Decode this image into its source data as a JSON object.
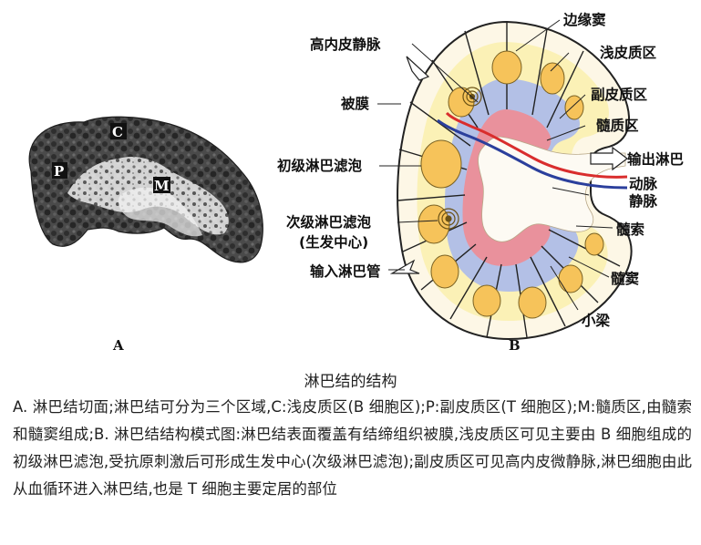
{
  "figure": {
    "panel_a": {
      "panel_label": "A",
      "region_labels": [
        "C",
        "P",
        "M"
      ]
    },
    "panel_b": {
      "panel_label": "B",
      "labels": {
        "marginal_sinus": "边缘窦",
        "hev": "高内皮静脉",
        "superficial_cortex": "浅皮质区",
        "capsule": "被膜",
        "paracortex": "副皮质区",
        "medulla": "髓质区",
        "primary_follicle": "初级淋巴滤泡",
        "efferent_lymph": "输出淋巴",
        "artery": "动脉",
        "vein": "静脉",
        "secondary_follicle": "次级淋巴滤泡",
        "germinal_center": "(生发中心)",
        "medullary_cord": "髓索",
        "afferent_lymph": "输入淋巴管",
        "medullary_sinus": "髓窦",
        "trabecula": "小梁"
      }
    },
    "colors": {
      "capsule_fill": "#fdf7e6",
      "cortex_yellow": "#fbf1b6",
      "follicle_orange": "#f6c35a",
      "paracortex_blue": "#b3c0e6",
      "medulla_pink": "#e9919c",
      "hilum_white": "#fdfaf3",
      "artery_red": "#d92d2d",
      "vein_blue": "#2b3f9c"
    }
  },
  "title": "淋巴结的结构",
  "caption": "A. 淋巴结切面;淋巴结可分为三个区域,C:浅皮质区(B 细胞区);P:副皮质区(T 细胞区);M:髓质区,由髓索和髓窦组成;B. 淋巴结结构模式图:淋巴结表面覆盖有结缔组织被膜,浅皮质区可见主要由 B 细胞组成的初级淋巴滤泡,受抗原刺激后可形成生发中心(次级淋巴滤泡);副皮质区可见高内皮微静脉,淋巴细胞由此从血循环进入淋巴结,也是 T 细胞主要定居的部位"
}
